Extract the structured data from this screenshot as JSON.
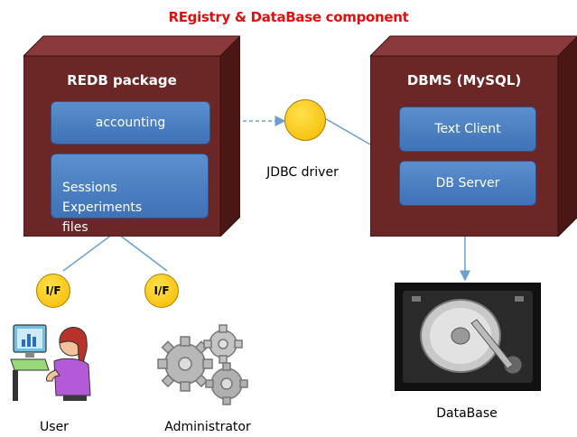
{
  "title": "REgistry & DataBase component",
  "redb_node": {
    "label": "REDB package",
    "components": [
      "accounting",
      "Sessions\nExperiments\nfiles"
    ]
  },
  "dbms_node": {
    "label": "DBMS (MySQL)",
    "components": [
      "Text Client",
      "DB Server"
    ]
  },
  "jdbc": {
    "label": "JDBC driver"
  },
  "interfaces": [
    "I/F",
    "I/F"
  ],
  "actors": {
    "user": "User",
    "admin": "Administrator"
  },
  "database": {
    "label": "DataBase"
  },
  "colors": {
    "node_front": "#6b2626",
    "node_top": "#8a3a3a",
    "node_side": "#4a1616",
    "component_blue": "#4a7fc1",
    "interface_yellow": "#f7c20b",
    "connector": "#6aa0cf",
    "title_red": "#e01010"
  }
}
